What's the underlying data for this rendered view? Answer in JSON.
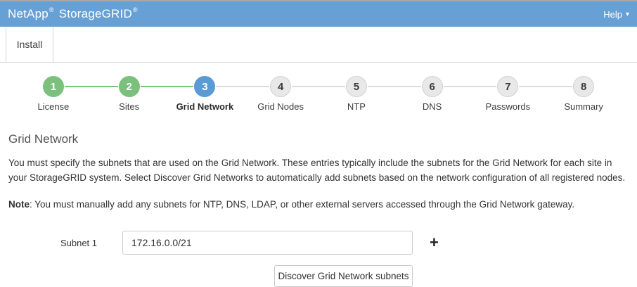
{
  "header": {
    "brand_name_1": "NetApp",
    "brand_reg_1": "®",
    "brand_name_2": " StorageGRID",
    "brand_reg_2": "®",
    "help_label": "Help",
    "caret_icon": "▾"
  },
  "tabs": {
    "install_label": "Install"
  },
  "stepper": {
    "steps": [
      {
        "number": "1",
        "label": "License",
        "state": "complete"
      },
      {
        "number": "2",
        "label": "Sites",
        "state": "complete"
      },
      {
        "number": "3",
        "label": "Grid Network",
        "state": "current"
      },
      {
        "number": "4",
        "label": "Grid Nodes",
        "state": "upcoming"
      },
      {
        "number": "5",
        "label": "NTP",
        "state": "upcoming"
      },
      {
        "number": "6",
        "label": "DNS",
        "state": "upcoming"
      },
      {
        "number": "7",
        "label": "Passwords",
        "state": "upcoming"
      },
      {
        "number": "8",
        "label": "Summary",
        "state": "upcoming"
      }
    ]
  },
  "main": {
    "title": "Grid Network",
    "description": "You must specify the subnets that are used on the Grid Network. These entries typically include the subnets for the Grid Network for each site in your StorageGRID system. Select Discover Grid Networks to automatically add subnets based on the network configuration of all registered nodes.",
    "note_label": "Note",
    "note_text": ": You must manually add any subnets for NTP, DNS, LDAP, or other external servers accessed through the Grid Network gateway.",
    "form": {
      "subnet_label": "Subnet 1",
      "subnet_value": "172.16.0.0/21",
      "add_icon": "+",
      "discover_button_label": "Discover Grid Network subnets"
    }
  },
  "colors": {
    "header_blue": "#67a0d4",
    "step_green": "#7cc07e",
    "step_blue": "#5b9bd5",
    "step_gray": "#e8e8e8"
  }
}
